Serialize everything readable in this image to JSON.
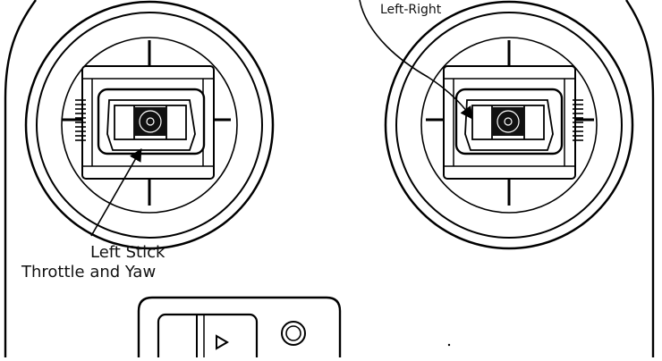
{
  "diagram": {
    "labels": {
      "right_stick_function": "Left-Right",
      "left_stick_name": "Left Stick",
      "left_stick_function": "Throttle and Yaw"
    },
    "icons": {
      "panel_button": "play-triangle-icon",
      "panel_indicator": "ring-indicator-icon"
    },
    "colors": {
      "stroke": "#000000",
      "background": "#ffffff"
    }
  }
}
